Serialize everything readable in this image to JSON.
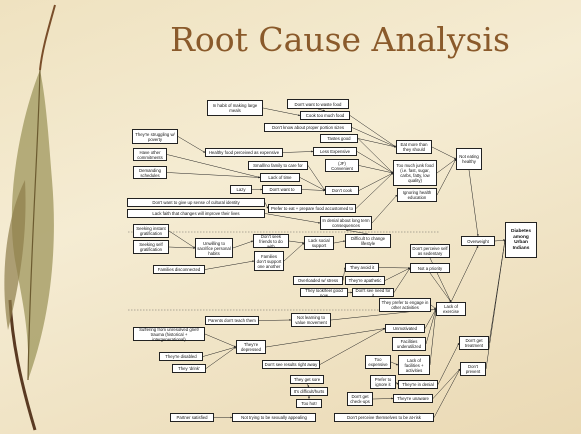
{
  "title": "Root Cause Analysis",
  "nodes": [
    {
      "id": "habit",
      "label": "In habit of making large meals"
    },
    {
      "id": "waste",
      "label": "Don't want to waste food"
    },
    {
      "id": "cooktoo",
      "label": "Cook too much food"
    },
    {
      "id": "portion",
      "label": "Don't know about proper portion sizes"
    },
    {
      "id": "tastes",
      "label": "Tastes good"
    },
    {
      "id": "struggling",
      "label": "They're struggling w/ poverty"
    },
    {
      "id": "healthyexp",
      "label": "Healthy food perceived as expensive"
    },
    {
      "id": "lessexp",
      "label": "Less Expensive"
    },
    {
      "id": "jf",
      "label": "(JF) Convenient"
    },
    {
      "id": "eatmore",
      "label": "Eat more than they should"
    },
    {
      "id": "commit",
      "label": "Have other commitments"
    },
    {
      "id": "smallfam",
      "label": "Small/no family to care for"
    },
    {
      "id": "demanding",
      "label": "Demanding schedules"
    },
    {
      "id": "lacktime",
      "label": "Lack of time"
    },
    {
      "id": "lazy",
      "label": "Lazy"
    },
    {
      "id": "dontwant",
      "label": "Don't want to"
    },
    {
      "id": "dontcook",
      "label": "Don't cook"
    },
    {
      "id": "junk",
      "label": "Too much junk food (i.e. fast, sugar, carbs, fatty, low quality)"
    },
    {
      "id": "noteating",
      "label": "Not eating healthy"
    },
    {
      "id": "cultural",
      "label": "Don't want to give up sense of cultural identity"
    },
    {
      "id": "prefer",
      "label": "Prefer to eat + prepare food accustomed to"
    },
    {
      "id": "ignoring",
      "label": "Ignoring health education"
    },
    {
      "id": "faith",
      "label": "Lack faith that changes will improve their lives"
    },
    {
      "id": "denial",
      "label": "In denial about long term consequences"
    },
    {
      "id": "instant",
      "label": "Seeking instant gratification"
    },
    {
      "id": "selfgrat",
      "label": "Seeking self gratification"
    },
    {
      "id": "unwilling",
      "label": "Unwilling to sacrifice personal habits"
    },
    {
      "id": "friends",
      "label": "Don't seek friends to do with"
    },
    {
      "id": "lacksocial",
      "label": "Lack social support"
    },
    {
      "id": "difficult",
      "label": "Difficult to change lifestyle"
    },
    {
      "id": "sedentary",
      "label": "Don't perceive self as sedentary"
    },
    {
      "id": "families",
      "label": "Families don't support one another"
    },
    {
      "id": "disconnected",
      "label": "Families disconnected"
    },
    {
      "id": "avoid",
      "label": "They avoid it"
    },
    {
      "id": "priority",
      "label": "Not a priority"
    },
    {
      "id": "overweight",
      "label": "Overweight"
    },
    {
      "id": "diabetes",
      "label": "Diabetes among Urban Indians"
    },
    {
      "id": "overloaded",
      "label": "Overloaded w/ stress"
    },
    {
      "id": "apathetic",
      "label": "They're apathetic"
    },
    {
      "id": "looked",
      "label": "They look/feel good now"
    },
    {
      "id": "noneed",
      "label": "Don't see need for it"
    },
    {
      "id": "engage",
      "label": "They prefer to engage in other activities"
    },
    {
      "id": "parents",
      "label": "Parents don't teach them"
    },
    {
      "id": "notlearning",
      "label": "Not learning to value movement"
    },
    {
      "id": "exercise",
      "label": "Lack of exercise"
    },
    {
      "id": "grief",
      "label": "Suffering from unresolved grief/ trauma (historical + intergenerational)"
    },
    {
      "id": "depressed",
      "label": "They're depressed"
    },
    {
      "id": "unmotivated",
      "label": "Unmotivated"
    },
    {
      "id": "facilities",
      "label": "Facilities underutilized"
    },
    {
      "id": "disabled",
      "label": "They're disabled"
    },
    {
      "id": "drink",
      "label": "They 'drink'"
    },
    {
      "id": "results",
      "label": "Don't see results right away"
    },
    {
      "id": "tooexp",
      "label": "Too expensive"
    },
    {
      "id": "lackfac",
      "label": "Lack of facilities + activities"
    },
    {
      "id": "gettreat",
      "label": "Don't get treatment"
    },
    {
      "id": "prefignore",
      "label": "Prefer to ignore it"
    },
    {
      "id": "indenial",
      "label": "They're in denial"
    },
    {
      "id": "getsore",
      "label": "They get sore"
    },
    {
      "id": "hurts",
      "label": "It's difficult/hurts"
    },
    {
      "id": "checkup",
      "label": "Don't get check-ups"
    },
    {
      "id": "unaware",
      "label": "They're unaware"
    },
    {
      "id": "prevent",
      "label": "Don't prevent"
    },
    {
      "id": "toohot",
      "label": "Too hot!"
    },
    {
      "id": "partner",
      "label": "Partner satisfied"
    },
    {
      "id": "appealing",
      "label": "Not trying to be sexually appealing"
    },
    {
      "id": "atrisk",
      "label": "Don't perceive themselves to be at-risk"
    }
  ]
}
